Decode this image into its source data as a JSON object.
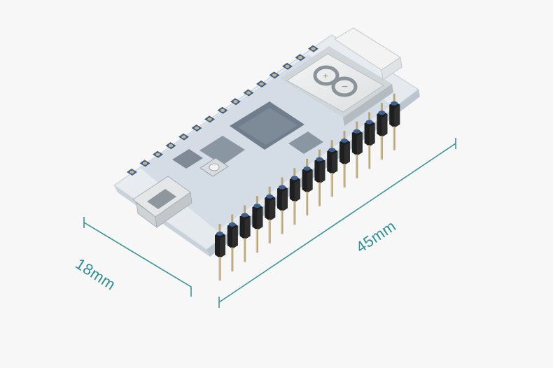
{
  "product": {
    "dimensions": {
      "width_label": "18mm",
      "length_label": "45mm"
    },
    "colors": {
      "background": "#f7f7f7",
      "dimension_line": "#3a9599",
      "board_overlay": "#e8ecef",
      "board_blue": "#3d5f8f",
      "pad_gold": "#c9b47a",
      "header_black": "#1e1e1e",
      "pin_gold": "#b8a67a"
    },
    "icons": {
      "module_logo": "arduino-infinity-logo"
    }
  }
}
